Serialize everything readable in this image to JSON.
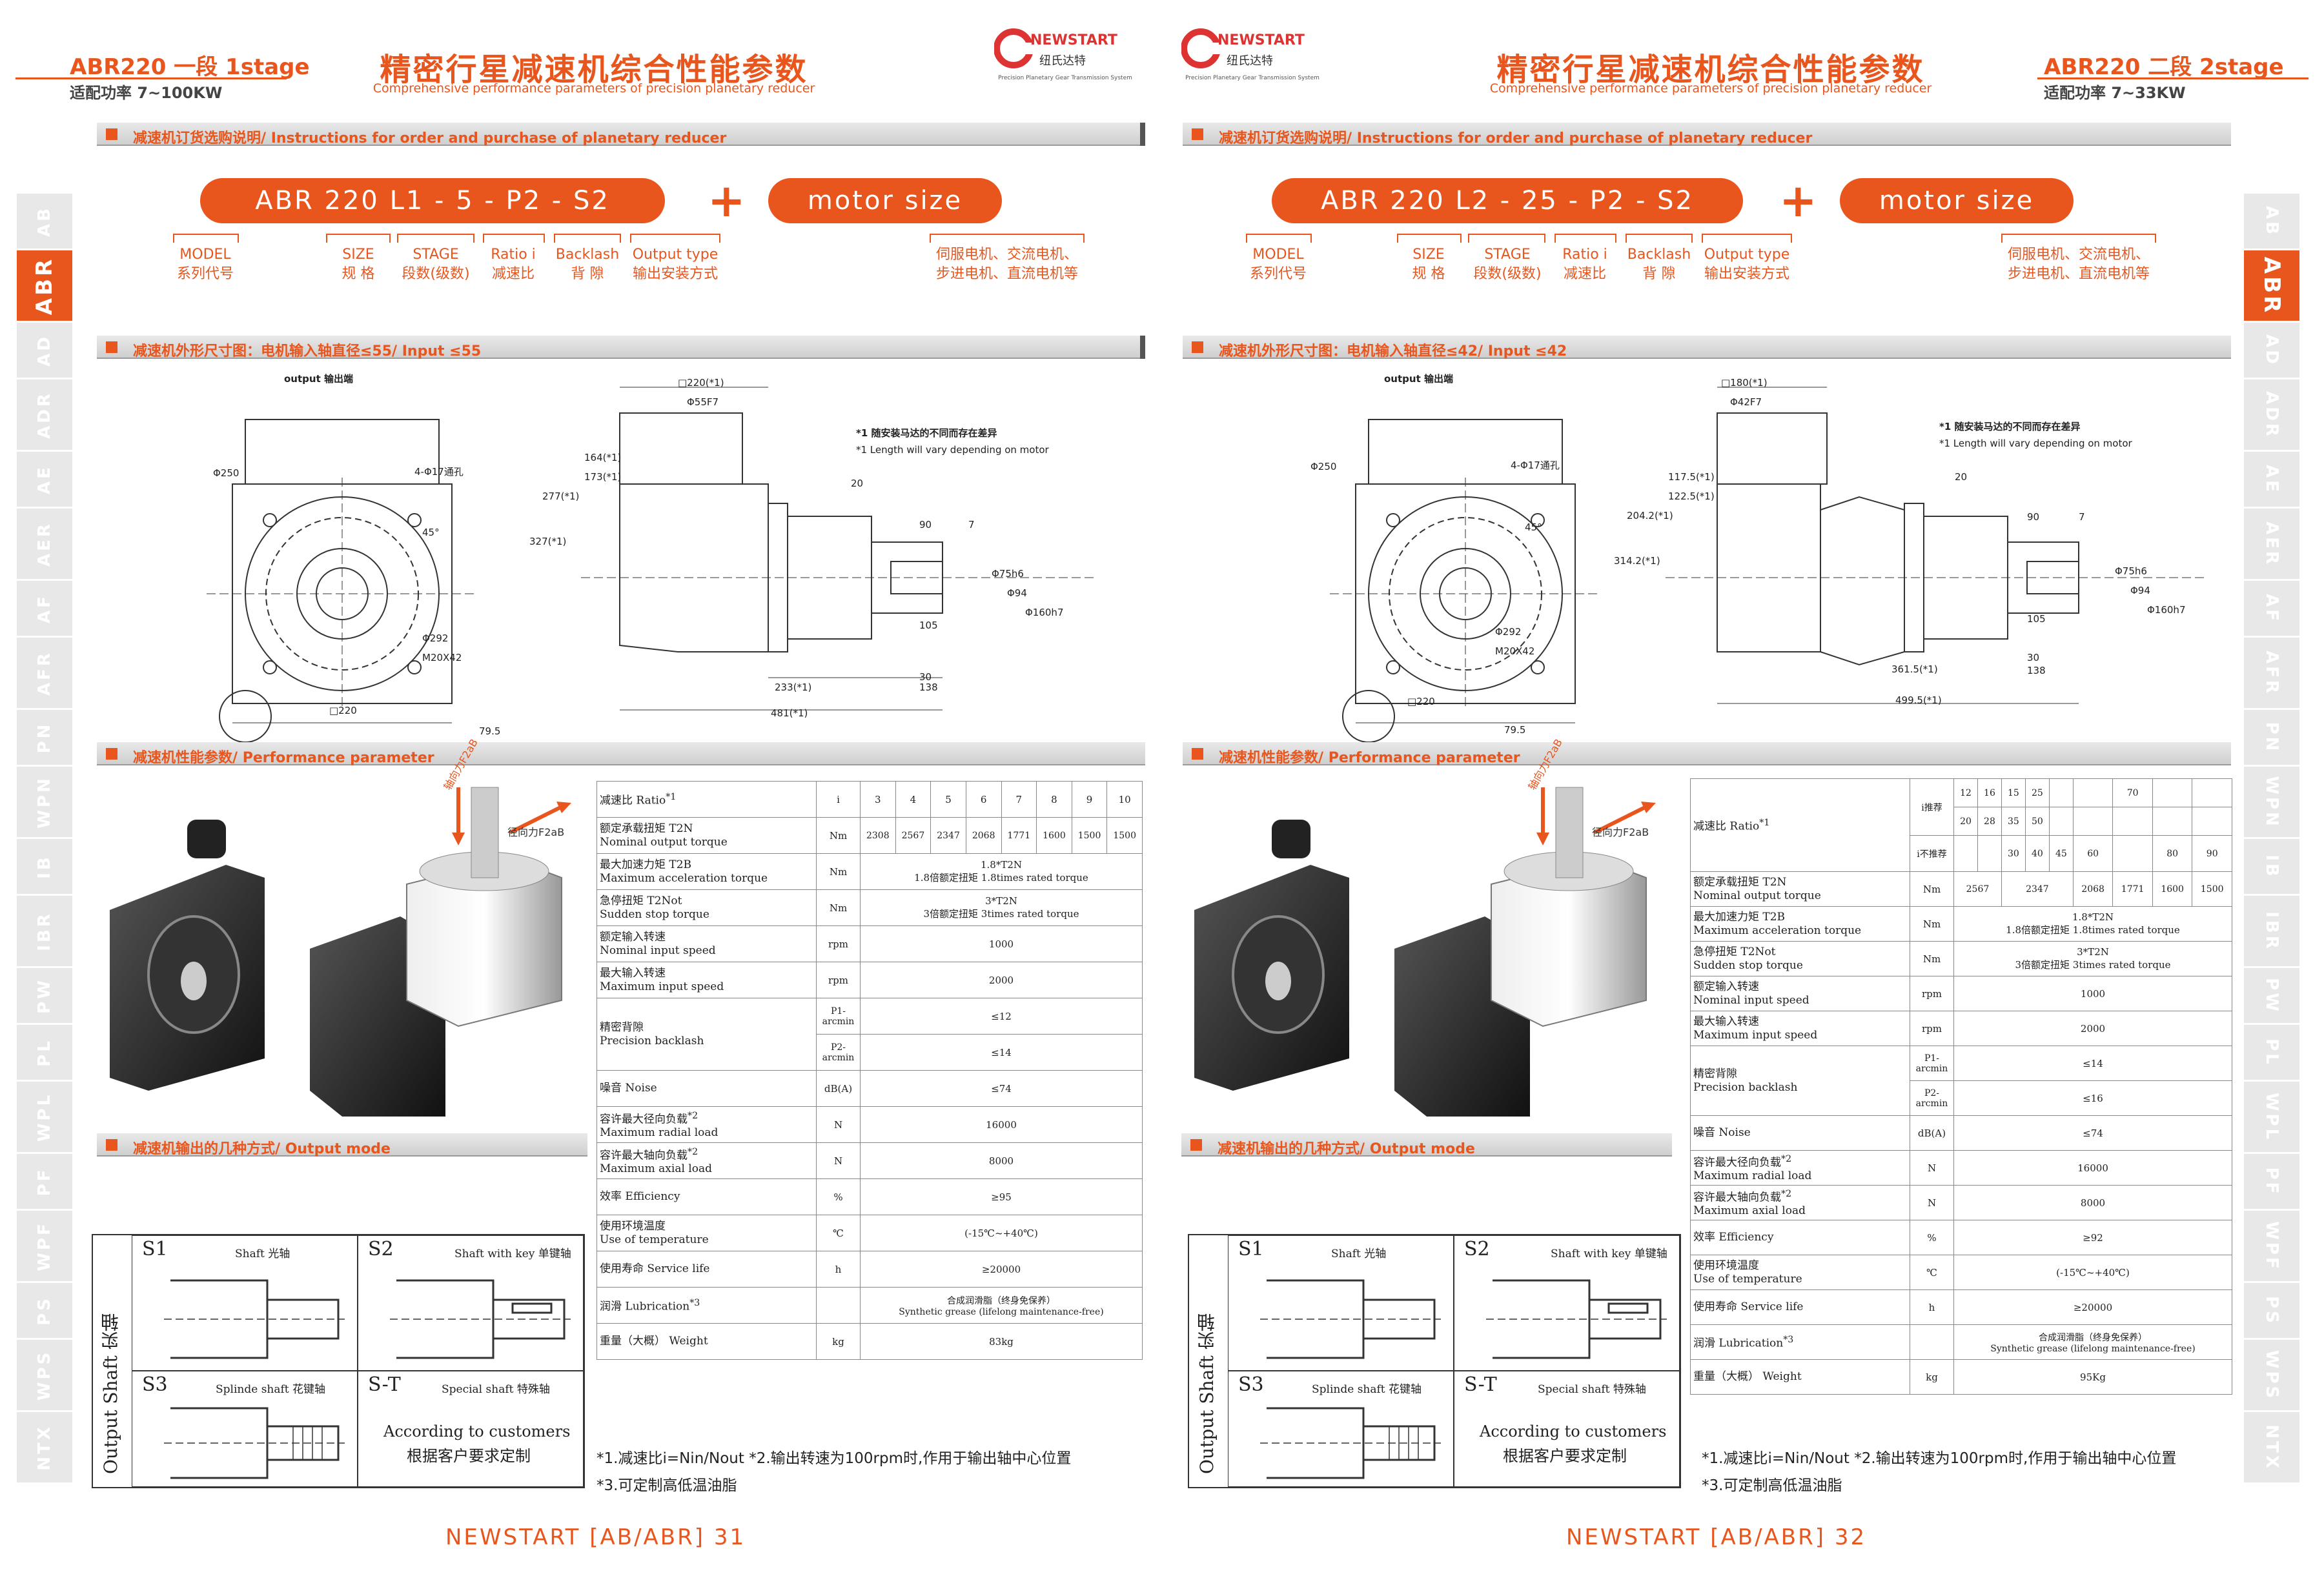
{
  "left": {
    "model_title": "ABR220 一段 1stage",
    "power": "适配功率  7~100KW",
    "title_cn": "精密行星减速机综合性能参数",
    "title_en": "Comprehensive performance parameters of precision planetary reducer",
    "brand": "NEWSTART",
    "brand_cn": "纽氏达特",
    "brand_en": "Precision Planetary Gear Transmission System",
    "sec_order": "减速机订货选购说明/ Instructions for order and purchase of planetary reducer",
    "code_pill": "ABR 220  L1  -  5  -  P2  -  S2",
    "motor_pill": "motor size",
    "labels": {
      "model": [
        "MODEL",
        "系列代号"
      ],
      "size": [
        "SIZE",
        "规 格"
      ],
      "stage": [
        "STAGE",
        "段数(级数)"
      ],
      "ratio": [
        "Ratio i",
        "减速比"
      ],
      "backlash": [
        "Backlash",
        "背 隙"
      ],
      "output": [
        "Output type",
        "输出安装方式"
      ],
      "motor": [
        "伺服电机、交流电机、",
        "步进电机、直流电机等"
      ]
    },
    "sec_dim": "减速机外形尺寸图：电机输入轴直径≤55/ Input ≤55",
    "dwg": {
      "output_label": "output",
      "output_cn": "输出端",
      "note1": "*1 随安装马达的不同而存在差异",
      "note2": "*1 Length will vary depending on motor",
      "dims_front": [
        "Φ250",
        "4-Φ17通孔",
        "45°",
        "Φ292",
        "M20X42",
        "□220",
        "79.5"
      ],
      "dims_side": [
        "□220(*1)",
        "Φ55F7",
        "164(*1)",
        "173(*1)",
        "277(*1)",
        "327(*1)",
        "20",
        "90",
        "7",
        "Φ75h6",
        "Φ94",
        "Φ160h7",
        "105",
        "30",
        "233(*1)",
        "138",
        "481(*1)"
      ]
    },
    "sec_perf": "减速机性能参数/ Performance parameter",
    "sec_output": "减速机输出的几种方式/ Output mode",
    "table": {
      "ratio_name": "减速比 Ratio",
      "ratio_sup": "*1",
      "ratio_unit": "i",
      "ratios": [
        "3",
        "4",
        "5",
        "6",
        "7",
        "8",
        "9",
        "10"
      ],
      "rows": [
        {
          "cn": "额定承载扭矩 T2N",
          "en": "Nominal output torque",
          "unit": "Nm",
          "cells": [
            "2308",
            "2567",
            "2347",
            "2068",
            "1771",
            "1600",
            "1500",
            "1500"
          ]
        },
        {
          "cn": "最大加速力矩  T2B",
          "en": "Maximum acceleration torque",
          "unit": "Nm",
          "value": [
            "1.8*T2N",
            "1.8倍额定扭矩 1.8times rated torque"
          ]
        },
        {
          "cn": "急停扭矩  T2Not",
          "en": "Sudden stop torque",
          "unit": "Nm",
          "value": [
            "3*T2N",
            "3倍额定扭矩 3times rated torque"
          ]
        },
        {
          "cn": "额定输入转速",
          "en": "Nominal input speed",
          "unit": "rpm",
          "value": [
            "1000"
          ]
        },
        {
          "cn": "最大输入转速",
          "en": "Maximum input speed",
          "unit": "rpm",
          "value": [
            "2000"
          ]
        }
      ],
      "backlash_cn": "精密背隙",
      "backlash_en": "Precision backlash",
      "backlash": [
        {
          "unit": "P1-arcmin",
          "value": "≤12"
        },
        {
          "unit": "P2-arcmin",
          "value": "≤14"
        }
      ],
      "rows2": [
        {
          "cn": "噪音  Noise",
          "en": "",
          "unit": "dB(A)",
          "value": [
            "≤74"
          ]
        },
        {
          "cn": "容许最大径向负载",
          "sup": "*2",
          "en": "Maximum radial load",
          "unit": "N",
          "value": [
            "16000"
          ]
        },
        {
          "cn": "容许最大轴向负载",
          "sup": "*2",
          "en": "Maximum axial load",
          "unit": "N",
          "value": [
            "8000"
          ]
        },
        {
          "cn": "效率  Efficiency",
          "en": "",
          "unit": "%",
          "value": [
            "≥95"
          ]
        },
        {
          "cn": "使用环境温度",
          "en": "Use of temperature",
          "unit": "℃",
          "value": [
            "(-15℃~+40℃)"
          ]
        },
        {
          "cn": "使用寿命  Service life",
          "en": "",
          "unit": "h",
          "value": [
            "≥20000"
          ]
        },
        {
          "cn": "润滑  Lubrication",
          "sup": "*3",
          "en": "",
          "unit": "",
          "value": [
            "合成润滑脂（终身免保养）",
            "Synthetic grease (lifelong maintenance-free)"
          ]
        },
        {
          "cn": "重量（大概） Weight",
          "en": "",
          "unit": "kg",
          "value": [
            "83kg"
          ]
        }
      ]
    },
    "radial_label": "径向力F2aB",
    "axial_label": "轴向力F2aB",
    "output_mode": {
      "side": "Output Shaft  实轴",
      "s1": "S1",
      "s1_txt": "Shaft 光轴",
      "s2": "S2",
      "s2_txt": "Shaft with key 单键轴",
      "s3": "S3",
      "s3_txt": "Splinde shaft 花键轴",
      "st": "S-T",
      "st_txt": "Special shaft 特殊轴",
      "custom_en": "According to customers",
      "custom_cn": "根据客户要求定制"
    },
    "foot1": "*1.减速比i=Nin/Nout  *2.输出转速为100rpm时,作用于输出轴中心位置",
    "foot2": "*3.可定制高低温油脂",
    "footer": "NEWSTART [AB/ABR] 31",
    "tabs": [
      "AB",
      "ABR",
      "AD",
      "ADR",
      "AE",
      "AER",
      "AF",
      "AFR",
      "PN",
      "WPN",
      "IB",
      "IBR",
      "PW",
      "PL",
      "WPL",
      "PF",
      "WPF",
      "PS",
      "WPS",
      "NTX"
    ]
  },
  "right": {
    "model_title": "ABR220 二段 2stage",
    "power": "适配功率  7~33KW",
    "title_cn": "精密行星减速机综合性能参数",
    "title_en": "Comprehensive performance parameters of precision planetary reducer",
    "brand": "NEWSTART",
    "brand_cn": "纽氏达特",
    "brand_en": "Precision Planetary Gear Transmission System",
    "sec_order": "减速机订货选购说明/ Instructions for order and purchase of planetary reducer",
    "code_pill": "ABR 220  L2  -  25  -  P2  -  S2",
    "motor_pill": "motor size",
    "labels": {
      "model": [
        "MODEL",
        "系列代号"
      ],
      "size": [
        "SIZE",
        "规 格"
      ],
      "stage": [
        "STAGE",
        "段数(级数)"
      ],
      "ratio": [
        "Ratio i",
        "减速比"
      ],
      "backlash": [
        "Backlash",
        "背 隙"
      ],
      "output": [
        "Output type",
        "输出安装方式"
      ],
      "motor": [
        "伺服电机、交流电机、",
        "步进电机、直流电机等"
      ]
    },
    "sec_dim": "减速机外形尺寸图：电机输入轴直径≤42/ Input ≤42",
    "dwg": {
      "output_label": "output",
      "output_cn": "输出端",
      "note1": "*1 随安装马达的不同而存在差异",
      "note2": "*1 Length will vary depending on motor",
      "dims_front": [
        "Φ250",
        "4-Φ17通孔",
        "45°",
        "Φ292",
        "M20X42",
        "□220",
        "79.5"
      ],
      "dims_side": [
        "□180(*1)",
        "Φ42F7",
        "117.5(*1)",
        "122.5(*1)",
        "204.2(*1)",
        "314.2(*1)",
        "20",
        "90",
        "7",
        "Φ75h6",
        "Φ94",
        "Φ160h7",
        "105",
        "30",
        "361.5(*1)",
        "138",
        "499.5(*1)"
      ]
    },
    "sec_perf": "减速机性能参数/ Performance parameter",
    "sec_output": "减速机输出的几种方式/ Output mode",
    "table": {
      "ratio_name": "减速比  Ratio",
      "ratio_sup": "*1",
      "ratio_unit_top": "i推荐",
      "ratio_unit_bot": "i不推荐",
      "r_row1": [
        "12",
        "16",
        "15",
        "25",
        "",
        "",
        "70",
        "",
        ""
      ],
      "r_row2": [
        "20",
        "28",
        "35",
        "50",
        "",
        "",
        "",
        "",
        ""
      ],
      "r_row3": [
        "",
        "",
        "30",
        "40",
        "45",
        "60",
        "",
        "80",
        "90"
      ],
      "rows": [
        {
          "cn": "额定承载扭矩 T2N",
          "en": "Nominal output torque",
          "unit": "Nm",
          "cells": [
            "2567",
            "2347",
            "2068",
            "1771",
            "1600",
            "1500"
          ]
        },
        {
          "cn": "最大加速力矩  T2B",
          "en": "Maximum acceleration torque",
          "unit": "Nm",
          "value": [
            "1.8*T2N",
            "1.8倍额定扭矩 1.8times rated torque"
          ]
        },
        {
          "cn": "急停扭矩  T2Not",
          "en": "Sudden stop torque",
          "unit": "Nm",
          "value": [
            "3*T2N",
            "3倍额定扭矩 3times rated torque"
          ]
        },
        {
          "cn": "额定输入转速",
          "en": "Nominal input speed",
          "unit": "rpm",
          "value": [
            "1000"
          ]
        },
        {
          "cn": "最大输入转速",
          "en": "Maximum input speed",
          "unit": "rpm",
          "value": [
            "2000"
          ]
        }
      ],
      "backlash_cn": "精密背隙",
      "backlash_en": "Precision backlash",
      "backlash": [
        {
          "unit": "P1-arcmin",
          "value": "≤14"
        },
        {
          "unit": "P2-arcmin",
          "value": "≤16"
        }
      ],
      "rows2": [
        {
          "cn": "噪音  Noise",
          "en": "",
          "unit": "dB(A)",
          "value": [
            "≤74"
          ]
        },
        {
          "cn": "容许最大径向负载",
          "sup": "*2",
          "en": "Maximum radial load",
          "unit": "N",
          "value": [
            "16000"
          ]
        },
        {
          "cn": "容许最大轴向负载",
          "sup": "*2",
          "en": "Maximum axial load",
          "unit": "N",
          "value": [
            "8000"
          ]
        },
        {
          "cn": "效率  Efficiency",
          "en": "",
          "unit": "%",
          "value": [
            "≥92"
          ]
        },
        {
          "cn": "使用环境温度",
          "en": "Use of temperature",
          "unit": "℃",
          "value": [
            "(-15℃~+40℃)"
          ]
        },
        {
          "cn": "使用寿命  Service life",
          "en": "",
          "unit": "h",
          "value": [
            "≥20000"
          ]
        },
        {
          "cn": "润滑  Lubrication",
          "sup": "*3",
          "en": "",
          "unit": "",
          "value": [
            "合成润滑脂（终身免保养）",
            "Synthetic grease (lifelong maintenance-free)"
          ]
        },
        {
          "cn": "重量（大概） Weight",
          "en": "",
          "unit": "kg",
          "value": [
            "95Kg"
          ]
        }
      ]
    },
    "radial_label": "径向力F2aB",
    "axial_label": "轴向力F2aB",
    "output_mode": {
      "side": "Output Shaft  实轴",
      "s1": "S1",
      "s1_txt": "Shaft 光轴",
      "s2": "S2",
      "s2_txt": "Shaft with key 单键轴",
      "s3": "S3",
      "s3_txt": "Splinde shaft 花键轴",
      "st": "S-T",
      "st_txt": "Special shaft 特殊轴",
      "custom_en": "According to customers",
      "custom_cn": "根据客户要求定制"
    },
    "foot1": "*1.减速比i=Nin/Nout  *2.输出转速为100rpm时,作用于输出轴中心位置",
    "foot2": "*3.可定制高低温油脂",
    "footer": "NEWSTART [AB/ABR] 32",
    "tabs": [
      "AB",
      "ABR",
      "AD",
      "ADR",
      "AE",
      "AER",
      "AF",
      "AFR",
      "PN",
      "WPN",
      "IB",
      "IBR",
      "PW",
      "PL",
      "WPL",
      "PF",
      "WPF",
      "PS",
      "WPS",
      "NTX"
    ]
  },
  "active_tab": "ABR",
  "colors": {
    "accent": "#e8561e",
    "tab_gray": "#e8e8e8",
    "bar_gray": "#d6d6d6"
  }
}
